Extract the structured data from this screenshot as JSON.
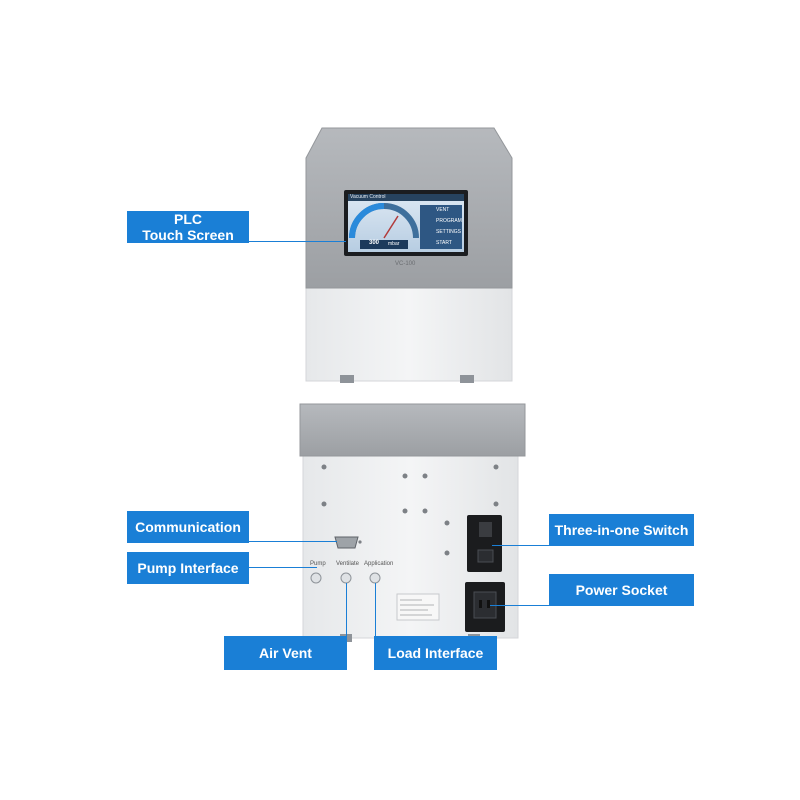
{
  "labels": {
    "plc_line1": "PLC",
    "plc_line2": "Touch Screen",
    "communication": "Communication",
    "pump_interface": "Pump Interface",
    "air_vent": "Air Vent",
    "load_interface": "Load Interface",
    "three_in_one_switch": "Three-in-one Switch",
    "power_socket": "Power Socket"
  },
  "screen": {
    "title": "Vacuum Control",
    "reading": "300",
    "unit": "mbar",
    "menu": [
      "VENT",
      "PROGRAM",
      "SETTINGS",
      "START"
    ]
  },
  "front_model": "VC-100",
  "port_labels": [
    "Pump",
    "Ventilate",
    "Application"
  ],
  "colors": {
    "accent": "#1a7fd6",
    "housing_top": "#a9acb0",
    "housing_body": "#eef0f2"
  }
}
